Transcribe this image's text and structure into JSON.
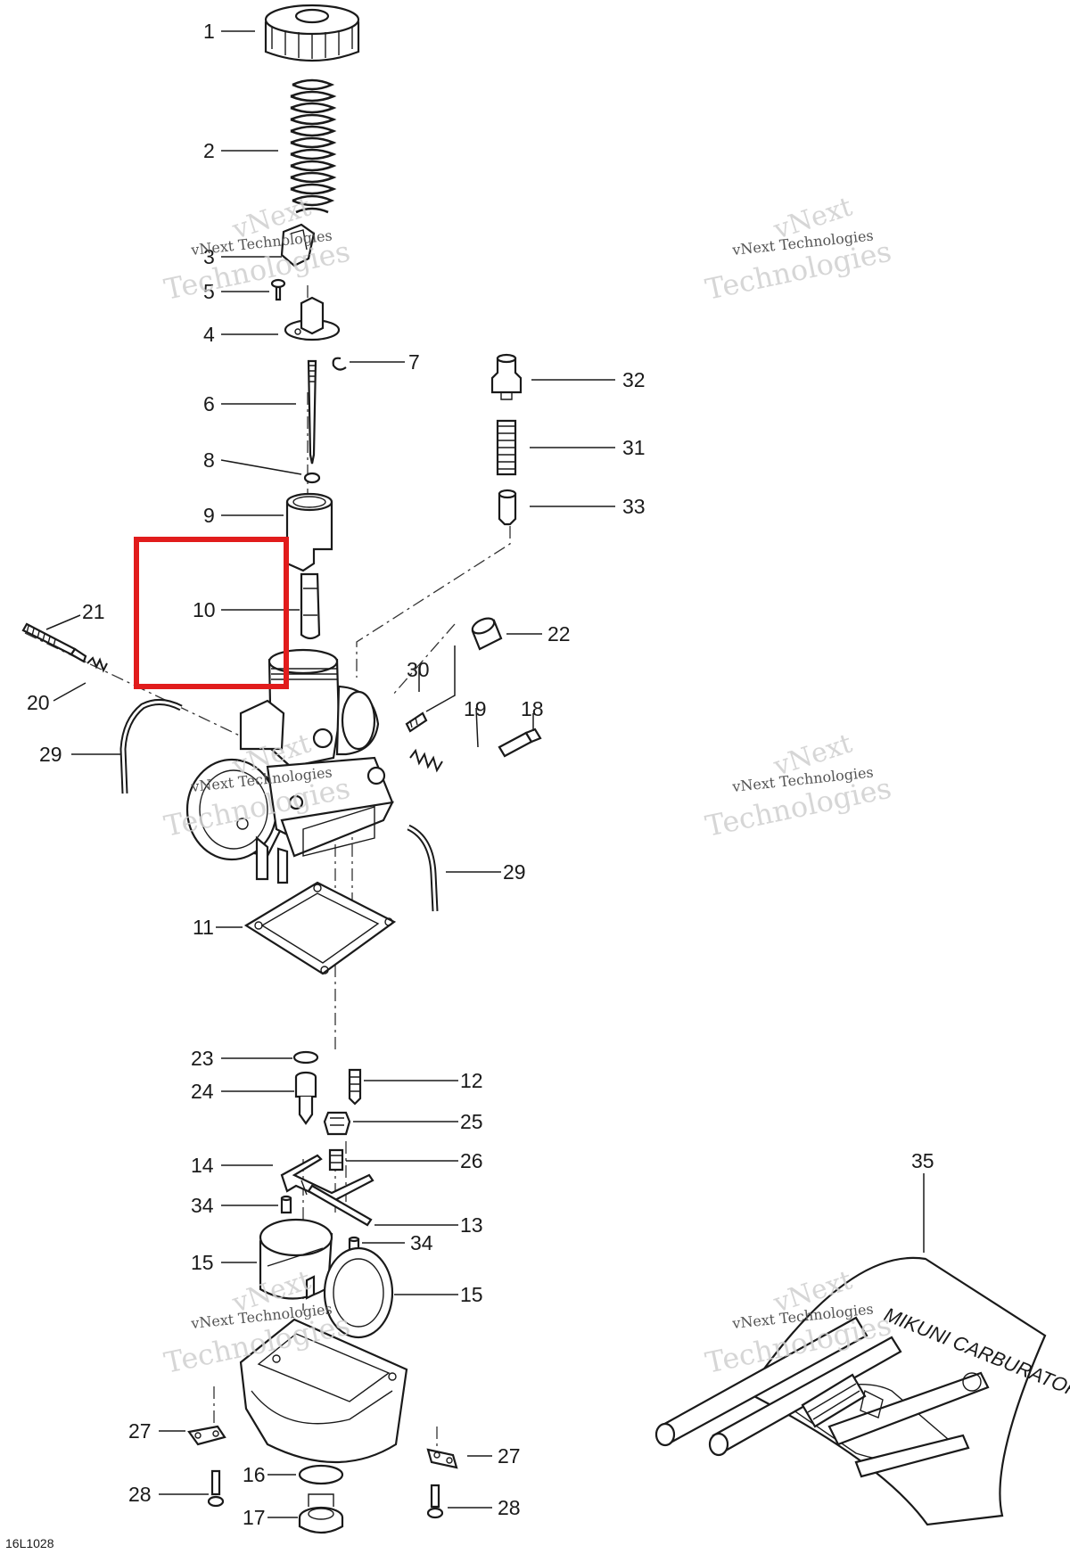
{
  "figure_ref": "16L1028",
  "watermark": {
    "line1": "vNext",
    "line2": "vNext Technologies",
    "line3": "Technologies"
  },
  "highlight_color": "#e11c1c",
  "labels": {
    "p1": "1",
    "p2": "2",
    "p3": "3",
    "p4": "4",
    "p5": "5",
    "p6": "6",
    "p7": "7",
    "p8": "8",
    "p9": "9",
    "p10": "10",
    "p11": "11",
    "p12": "12",
    "p13": "13",
    "p14": "14",
    "p15a": "15",
    "p15b": "15",
    "p16": "16",
    "p17": "17",
    "p18": "18",
    "p19": "19",
    "p20": "20",
    "p21": "21",
    "p22": "22",
    "p23": "23",
    "p24": "24",
    "p25": "25",
    "p26": "26",
    "p27a": "27",
    "p27b": "27",
    "p28a": "28",
    "p28b": "28",
    "p29a": "29",
    "p29b": "29",
    "p30": "30",
    "p31": "31",
    "p32": "32",
    "p33": "33",
    "p34a": "34",
    "p34b": "34",
    "p35": "35"
  },
  "tool_kit_text": "MIKUNI CARBURATOR"
}
